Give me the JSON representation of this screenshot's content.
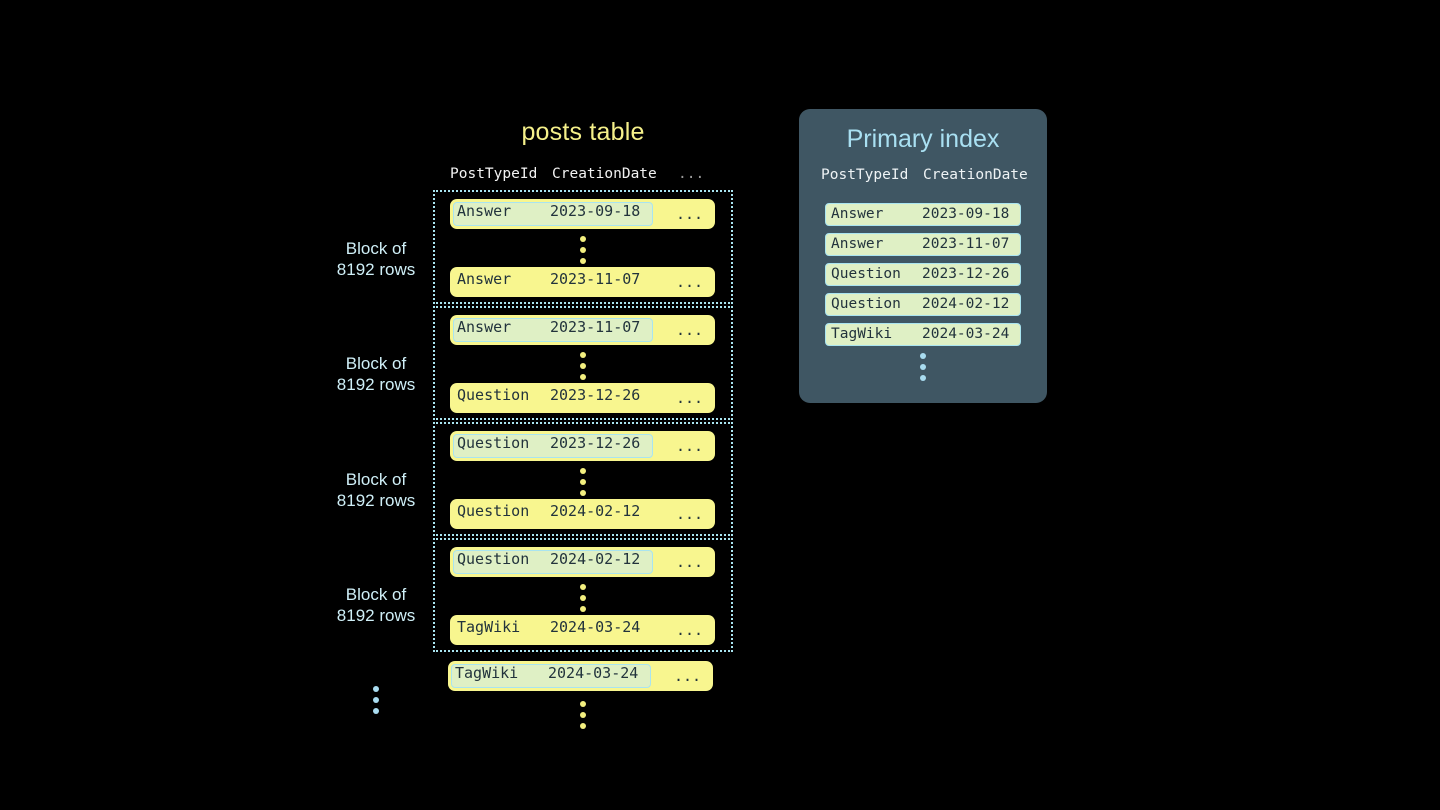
{
  "posts_table": {
    "title": "posts table",
    "columns": [
      "PostTypeId",
      "CreationDate",
      "..."
    ],
    "blocks": [
      {
        "label_line1": "Block of",
        "label_line2": "8192 rows",
        "first_row": {
          "post_type_id": "Answer",
          "creation_date": "2023-09-18",
          "more": "...",
          "marked": true
        },
        "last_row": {
          "post_type_id": "Answer",
          "creation_date": "2023-11-07",
          "more": "...",
          "marked": false
        }
      },
      {
        "label_line1": "Block of",
        "label_line2": "8192 rows",
        "first_row": {
          "post_type_id": "Answer",
          "creation_date": "2023-11-07",
          "more": "...",
          "marked": true
        },
        "last_row": {
          "post_type_id": "Question",
          "creation_date": "2023-12-26",
          "more": "...",
          "marked": false
        }
      },
      {
        "label_line1": "Block of",
        "label_line2": "8192 rows",
        "first_row": {
          "post_type_id": "Question",
          "creation_date": "2023-12-26",
          "more": "...",
          "marked": true
        },
        "last_row": {
          "post_type_id": "Question",
          "creation_date": "2024-02-12",
          "more": "...",
          "marked": false
        }
      },
      {
        "label_line1": "Block of",
        "label_line2": "8192 rows",
        "first_row": {
          "post_type_id": "Question",
          "creation_date": "2024-02-12",
          "more": "...",
          "marked": true
        },
        "last_row": {
          "post_type_id": "TagWiki",
          "creation_date": "2024-03-24",
          "more": "...",
          "marked": false
        }
      }
    ],
    "trailing_row": {
      "post_type_id": "TagWiki",
      "creation_date": "2024-03-24",
      "more": "...",
      "marked": true
    }
  },
  "primary_index": {
    "title": "Primary index",
    "columns": [
      "PostTypeId",
      "CreationDate"
    ],
    "rows": [
      {
        "post_type_id": "Answer",
        "creation_date": "2023-09-18"
      },
      {
        "post_type_id": "Answer",
        "creation_date": "2023-11-07"
      },
      {
        "post_type_id": "Question",
        "creation_date": "2023-12-26"
      },
      {
        "post_type_id": "Question",
        "creation_date": "2024-02-12"
      },
      {
        "post_type_id": "TagWiki",
        "creation_date": "2024-03-24"
      }
    ]
  },
  "colors": {
    "background": "#000000",
    "table_title": "#f5f08a",
    "row_pill": "#f8f68f",
    "row_mark_fill": "#dff0c5",
    "row_mark_border": "#a9e4f0",
    "row_text": "#22333c",
    "block_border": "#a9e4f0",
    "block_label": "#cfeff7",
    "index_panel": "#3f5663",
    "index_title": "#a9e0f2",
    "ellipsis_yellow": "#f3ef7f",
    "ellipsis_blue": "#a9dcf0"
  }
}
